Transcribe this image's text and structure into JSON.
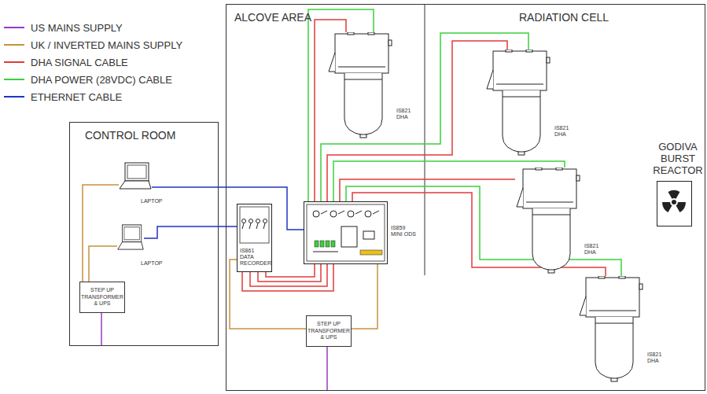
{
  "diagram": {
    "nodes": [
      {
        "text": [
          "CONTROL ROOM"
        ]
      },
      {
        "text": [
          "ALCOVE AREA"
        ]
      },
      {
        "text": [
          "RADIATION CELL"
        ]
      },
      {
        "text": [
          "LAPTOP"
        ],
        "in": 0
      },
      {
        "text": [
          "LAPTOP"
        ],
        "in": 0
      },
      {
        "text": [
          "STEP UP TRANSFORMER & UPS"
        ],
        "in": 0
      },
      {
        "text": [
          "IS821 DHA"
        ],
        "in": 1
      },
      {
        "text": [
          "IS861 DATA RECORDER"
        ],
        "in": 1
      },
      {
        "text": [
          "IS859 MINI ODS"
        ],
        "in": 1
      },
      {
        "text": [
          "STEP UP TRANSFORMER & UPS"
        ],
        "in": 1
      },
      {
        "text": [
          "IS821 DHA"
        ],
        "in": 2
      },
      {
        "text": [
          "IS821 DHA"
        ],
        "in": 2
      },
      {
        "text": [
          "IS821 DHA"
        ],
        "in": 2
      },
      {
        "text": [
          "GODIVA BURST REACTOR"
        ],
        "in": 2
      }
    ],
    "edges": [
      {
        "from": 8,
        "to": 6,
        "arrow": "none"
      },
      {
        "from": 8,
        "to": 6,
        "arrow": "none"
      },
      {
        "from": 8,
        "to": 10,
        "arrow": "none"
      },
      {
        "from": 8,
        "to": 10,
        "arrow": "none"
      },
      {
        "from": 8,
        "to": 11,
        "arrow": "none"
      },
      {
        "from": 8,
        "to": 11,
        "arrow": "none"
      },
      {
        "from": 8,
        "to": 12,
        "arrow": "none"
      },
      {
        "from": 8,
        "to": 12,
        "arrow": "none"
      },
      {
        "from": 8,
        "to": 7,
        "arrow": "none"
      },
      {
        "from": 8,
        "to": 7,
        "arrow": "none"
      },
      {
        "from": 8,
        "to": 7,
        "arrow": "none"
      },
      {
        "from": 8,
        "to": 7,
        "arrow": "none"
      },
      {
        "from": 3,
        "to": 8,
        "arrow": "none"
      },
      {
        "from": 4,
        "to": 7,
        "arrow": "none"
      },
      {
        "from": 3,
        "to": 5,
        "arrow": "none"
      },
      {
        "from": 4,
        "to": 5,
        "arrow": "none"
      },
      {
        "from": 9,
        "to": 7,
        "arrow": "none"
      },
      {
        "from": 9,
        "to": 8,
        "arrow": "none"
      }
    ],
    "legend": [
      {
        "text": "US MAINS SUPPLY",
        "color": "#9a38c8"
      },
      {
        "text": "UK / INVERTED MAINS SUPPLY",
        "color": "#c8913c"
      },
      {
        "text": "DHA SIGNAL CABLE",
        "color": "#e23a3a"
      },
      {
        "text": "DHA POWER (28VDC) CABLE",
        "color": "#3ccf3c"
      },
      {
        "text": "ETHERNET CABLE",
        "color": "#2233c4"
      }
    ]
  }
}
